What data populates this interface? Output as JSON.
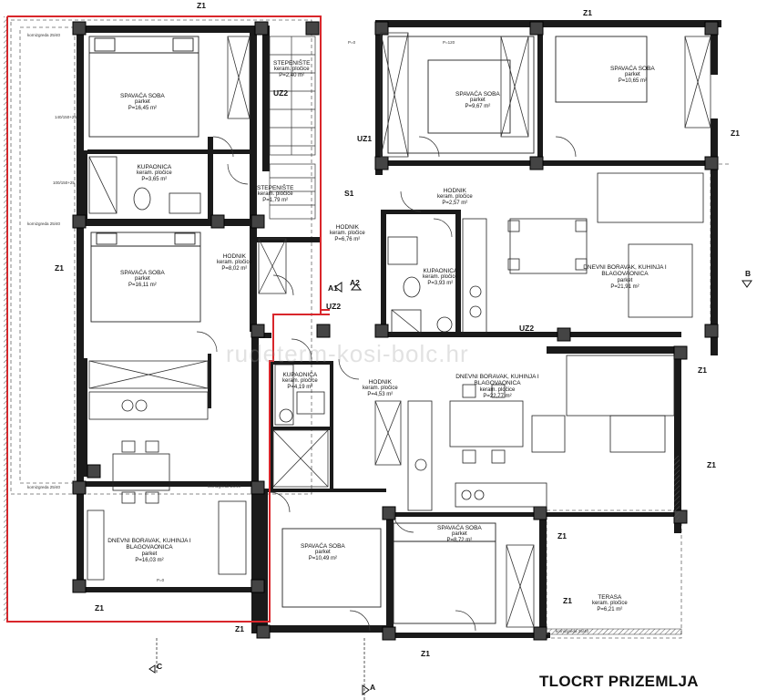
{
  "title": "TLOCRT PRIZEMLJA",
  "watermark": "rudeterm-kosi-bolc.hr",
  "rooms": [
    {
      "name": "SPAVAĆA SOBA",
      "floor": "parket",
      "area": "P=16,45 m²"
    },
    {
      "name": "STEPENIŠTE",
      "floor": "keram. pločice",
      "area": "P=2,40 m²"
    },
    {
      "name": "KUPAONICA",
      "floor": "keram. pločice",
      "area": "P=3,65 m²"
    },
    {
      "name": "STEPENIŠTE",
      "floor": "keram. pločice",
      "area": "P=1,79 m²"
    },
    {
      "name": "SPAVAĆA SOBA",
      "floor": "parket",
      "area": "P=16,11 m²"
    },
    {
      "name": "HODNIK",
      "floor": "keram. pločice",
      "area": "P=8,02 m²"
    },
    {
      "name": "HODNIK",
      "floor": "keram. pločice",
      "area": "P=6,76 m²"
    },
    {
      "name": "DNEVNI BORAVAK, KUHINJA I BLAGOVAONICA",
      "floor": "parket",
      "area": "P=16,03 m²"
    },
    {
      "name": "KUPAONICA",
      "floor": "keram. pločice",
      "area": "P=4,19 m²"
    },
    {
      "name": "HODNIK",
      "floor": "keram. pločice",
      "area": "P=4,53 m²"
    },
    {
      "name": "DNEVNI BORAVAK, KUHINJA I BLAGOVAONICA",
      "floor": "keram. pločice",
      "area": "P=22,77 m²"
    },
    {
      "name": "SPAVAĆA SOBA",
      "floor": "parket",
      "area": "P=10,49 m²"
    },
    {
      "name": "SPAVAĆA SOBA",
      "floor": "parket",
      "area": "P=8,72 m²"
    },
    {
      "name": "TERASA",
      "floor": "keram. pločice",
      "area": "P=6,21 m²"
    },
    {
      "name": "SPAVAĆA SOBA",
      "floor": "parket",
      "area": "P=9,67 m²"
    },
    {
      "name": "SPAVAĆA SOBA",
      "floor": "parket",
      "area": "P=10,65 m²"
    },
    {
      "name": "HODNIK",
      "floor": "keram. pločice",
      "area": "P=2,57 m²"
    },
    {
      "name": "KUPAONICA",
      "floor": "keram. pločice",
      "area": "P=3,93 m²"
    },
    {
      "name": "DNEVNI BORAVAK, KUHINJA I BLAGOVAONICA",
      "floor": "parket",
      "area": "P=21,91 m²"
    }
  ],
  "tags": {
    "z1": "Z1",
    "uz1": "UZ1",
    "uz2": "UZ2",
    "s1": "S1",
    "a1": "A1",
    "a2": "A2",
    "a": "A",
    "b": "B",
    "c": "C"
  },
  "notes": {
    "korniz": "kornizgreda 25/40",
    "p0": "P=0",
    "p120": "P=120",
    "dim140": "140/150+25",
    "dim100": "100/150+25"
  },
  "colors": {
    "wall": "#1a1a1a",
    "column": "#333333",
    "highlight": "#d9262b",
    "dash": "#555555"
  }
}
